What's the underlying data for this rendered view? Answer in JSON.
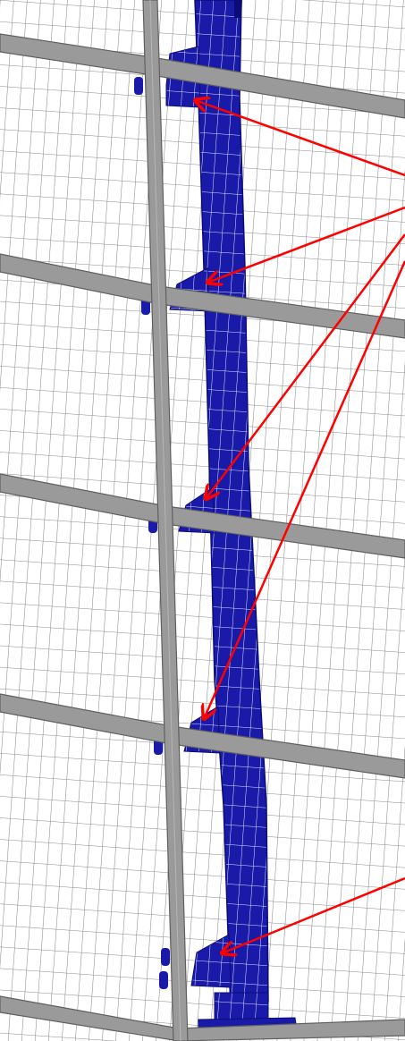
{
  "figure": {
    "subject": "wire-mesh-panel-frame-with-vertical-mounting-post",
    "colors": {
      "background": "#ffffff",
      "mesh": "#8a8a8a",
      "frame_fill": "#9a9a9a",
      "frame_edge": "#5f5f5f",
      "post": "#1a1aa8",
      "post_dark": "#0c0c78",
      "post_hole": "#ffffff",
      "arrow": "#ff0000"
    },
    "callouts": [
      {
        "id": "arrow-1",
        "target": "bracket-1"
      },
      {
        "id": "arrow-2",
        "target": "bracket-2"
      },
      {
        "id": "arrow-3",
        "target": "bracket-3"
      },
      {
        "id": "arrow-4",
        "target": "bracket-4"
      },
      {
        "id": "arrow-5",
        "target": "bracket-5"
      }
    ]
  }
}
